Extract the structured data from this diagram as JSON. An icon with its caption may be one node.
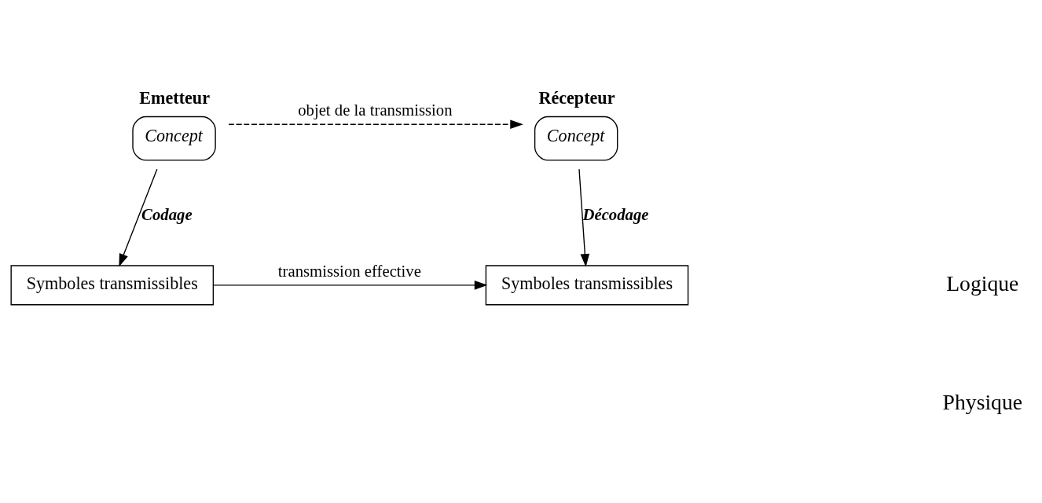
{
  "diagram": {
    "nodes": [
      {
        "text": [
          "Emetteur",
          "Concept"
        ]
      },
      {
        "text": [
          "Récepteur",
          "Concept"
        ]
      },
      {
        "text": [
          "Symboles transmissibles"
        ]
      },
      {
        "text": [
          "Symboles transmissibles"
        ]
      }
    ],
    "edges": [
      {
        "from": 0,
        "to": 1,
        "arrow": "to",
        "style": "dashed",
        "label": "objet de la transmission"
      },
      {
        "from": 0,
        "to": 2,
        "arrow": "to",
        "label": "Codage"
      },
      {
        "from": 1,
        "to": 3,
        "arrow": "to",
        "label": "Décodage"
      },
      {
        "from": 2,
        "to": 3,
        "arrow": "to",
        "label": "transmission effective"
      }
    ],
    "labels": [
      "Logique",
      "Physique"
    ]
  }
}
